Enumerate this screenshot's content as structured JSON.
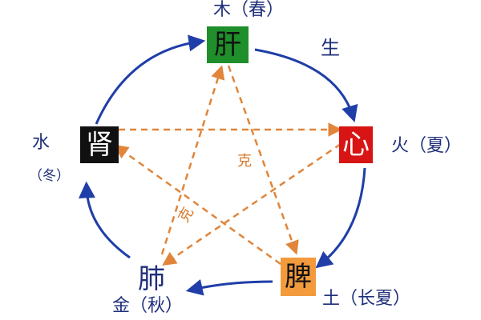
{
  "colors": {
    "cycle_arrow": "#1f3ea8",
    "restraint_arrow": "#e0853a",
    "liver_bg": "#1e8f2a",
    "heart_bg": "#d81414",
    "spleen_bg": "#f29a3c",
    "kidney_bg": "#111111",
    "label_text": "#1f2f7a"
  },
  "organs": {
    "liver": "肝",
    "heart": "心",
    "spleen": "脾",
    "lung": "肺",
    "kidney": "肾"
  },
  "labels": {
    "wood": "木（春）",
    "fire": "火（夏）",
    "earth": "土（长夏）",
    "metal": "金（秋）",
    "water": "水",
    "water_season": "（冬）"
  },
  "relations": {
    "generate": "生",
    "restrain_1": "克",
    "restrain_2": "克"
  },
  "arrows": {
    "generating_cycle": [
      "liver-heart",
      "heart-spleen",
      "spleen-lung",
      "lung-kidney",
      "kidney-liver"
    ],
    "restraining_cycle": [
      "liver-spleen",
      "spleen-kidney",
      "kidney-heart",
      "heart-lung",
      "lung-liver"
    ]
  }
}
